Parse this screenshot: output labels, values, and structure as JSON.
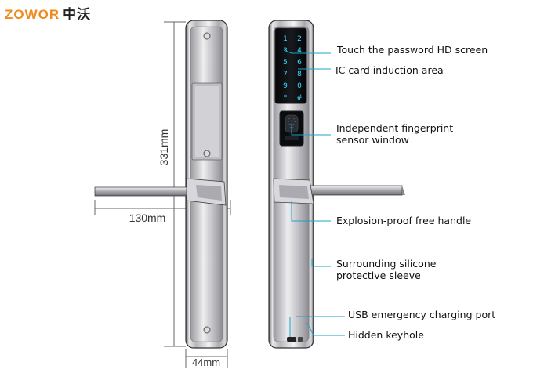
{
  "brand": {
    "latin": "ZOWOR",
    "cjk": "中沃"
  },
  "dimensions": {
    "height": "331mm",
    "handle_length": "130mm",
    "width": "44mm"
  },
  "keypad": [
    "1",
    "2",
    "3",
    "4",
    "5",
    "6",
    "7",
    "8",
    "9",
    "0",
    "*",
    "#"
  ],
  "callouts": {
    "touch_screen": "Touch the password HD screen",
    "ic_card": "IC card induction area",
    "fingerprint_line1": "Independent fingerprint",
    "fingerprint_line2": "sensor window",
    "handle": "Explosion-proof free handle",
    "silicone_line1": "Surrounding silicone",
    "silicone_line2": "protective sleeve",
    "usb": "USB emergency charging port",
    "keyhole": "Hidden keyhole"
  },
  "colors": {
    "brand_orange": "#f08a1c",
    "keypad_glow": "#38e0ff",
    "metal": "#c8c8cc"
  }
}
